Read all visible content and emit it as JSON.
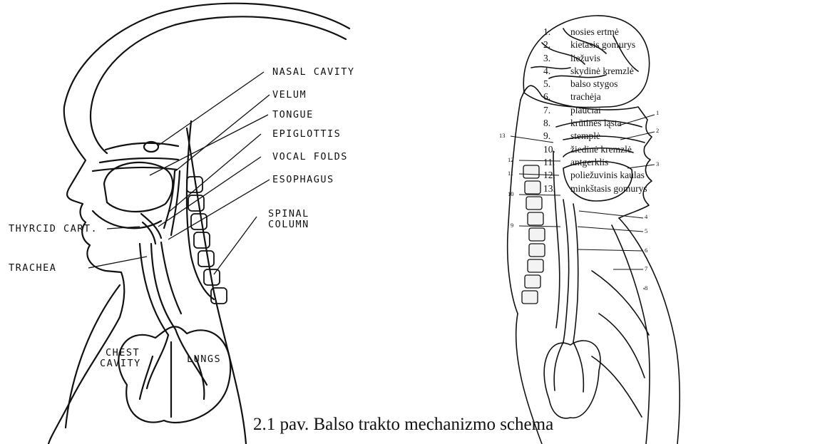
{
  "left_diagram": {
    "labels": {
      "nasal_cavity": "NASAL CAVITY",
      "velum": "VELUM",
      "tongue": "TONGUE",
      "epiglottis": "EPIGLOTTIS",
      "vocal_folds": "VOCAL FOLDS",
      "esophagus": "ESOPHAGUS",
      "spinal_column_1": "SPINAL",
      "spinal_column_2": "COLUMN",
      "thyroid_cart": "THYRCID CART.",
      "trachea": "TRACHEA",
      "chest_cavity_1": "CHEST",
      "chest_cavity_2": "CAVITY",
      "lungs": "LUNGS"
    }
  },
  "right_diagram": {
    "callouts": [
      "1",
      "2",
      "3",
      "4",
      "5",
      "6",
      "7",
      "8",
      "9",
      "10",
      "11",
      "12",
      "13"
    ]
  },
  "legend": [
    {
      "num": "1.",
      "text": "nosies ertmė"
    },
    {
      "num": "2.",
      "text": "kietasis gomurys"
    },
    {
      "num": "3.",
      "text": "liežuvis"
    },
    {
      "num": "4.",
      "text": "skydinė kremzlė"
    },
    {
      "num": "5.",
      "text": "balso stygos"
    },
    {
      "num": "6.",
      "text": "trachėja"
    },
    {
      "num": "7.",
      "text": "plaučiai"
    },
    {
      "num": "8.",
      "text": "krūtinės ląsta"
    },
    {
      "num": "9.",
      "text": "stemplė"
    },
    {
      "num": "10.",
      "text": "žiedinė kremzlė"
    },
    {
      "num": "11.",
      "text": "antgerklis"
    },
    {
      "num": "12.",
      "text": "poliežuvinis kaulas"
    },
    {
      "num": "13.",
      "text": "minkštasis gomurys"
    }
  ],
  "caption": "2.1 pav. Balso trakto mechanizmo schema"
}
